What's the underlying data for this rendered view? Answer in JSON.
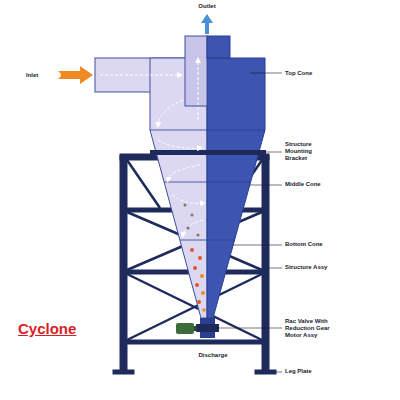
{
  "diagram": {
    "title": "Cyclone",
    "labels": [
      "Outlet",
      "Inlet",
      "Top Cone",
      "Structure Mounting Bracket",
      "Middle Cone",
      "Bottom Cone",
      "Structure Assy",
      "Rac Valve With Reduction Gear Motor Assy",
      "Discharge",
      "Leg Plate"
    ]
  }
}
